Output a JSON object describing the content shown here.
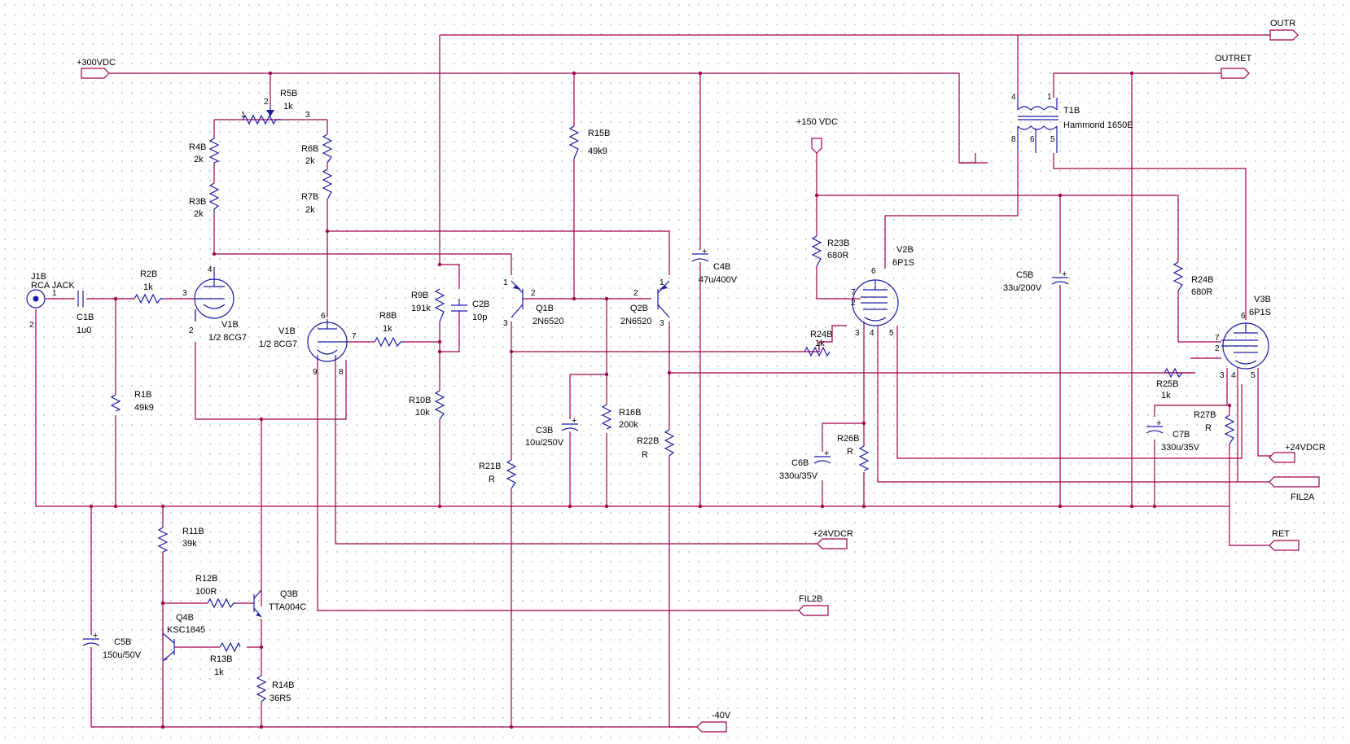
{
  "components": [
    {
      "ref": "J1B",
      "value": "RCA JACK"
    },
    {
      "ref": "C1B",
      "value": "1u0"
    },
    {
      "ref": "R2B",
      "value": "1k"
    },
    {
      "ref": "R1B",
      "value": "49k9"
    },
    {
      "ref": "R5B",
      "value": "1k"
    },
    {
      "ref": "R4B",
      "value": "2k"
    },
    {
      "ref": "R3B",
      "value": "2k"
    },
    {
      "ref": "R6B",
      "value": "2k"
    },
    {
      "ref": "R7B",
      "value": "2k"
    },
    {
      "ref": "V1B",
      "value": "1/2 8CG7"
    },
    {
      "ref": "V1B",
      "value": "1/2 8CG7"
    },
    {
      "ref": "R8B",
      "value": "1k"
    },
    {
      "ref": "R9B",
      "value": "191k"
    },
    {
      "ref": "C2B",
      "value": "10p"
    },
    {
      "ref": "R10B",
      "value": "10k"
    },
    {
      "ref": "R15B",
      "value": "49k9"
    },
    {
      "ref": "Q1B",
      "value": "2N6520"
    },
    {
      "ref": "Q2B",
      "value": "2N6520"
    },
    {
      "ref": "C4B",
      "value": "47u/400V"
    },
    {
      "ref": "C3B",
      "value": "10u/250V"
    },
    {
      "ref": "R16B",
      "value": "200k"
    },
    {
      "ref": "R21B",
      "value": "R"
    },
    {
      "ref": "R22B",
      "value": "R"
    },
    {
      "ref": "R11B",
      "value": "39k"
    },
    {
      "ref": "R12B",
      "value": "100R"
    },
    {
      "ref": "Q3B",
      "value": "TTA004C"
    },
    {
      "ref": "Q4B",
      "value": "KSC1845"
    },
    {
      "ref": "R13B",
      "value": "1k"
    },
    {
      "ref": "R14B",
      "value": "36R5"
    },
    {
      "ref": "C5B",
      "value": "150u/50V"
    },
    {
      "ref": "R23B",
      "value": "680R"
    },
    {
      "ref": "V2B",
      "value": "6P1S"
    },
    {
      "ref": "R24B",
      "value": "1k"
    },
    {
      "ref": "C6B",
      "value": "330u/35V"
    },
    {
      "ref": "R26B",
      "value": "R"
    },
    {
      "ref": "C5B",
      "value": "33u/200V"
    },
    {
      "ref": "T1B",
      "value": "Hammond 1650E"
    },
    {
      "ref": "R24B",
      "value": "680R"
    },
    {
      "ref": "V3B",
      "value": "6P1S"
    },
    {
      "ref": "R25B",
      "value": "1k"
    },
    {
      "ref": "C7B",
      "value": "330u/35V"
    },
    {
      "ref": "R27B",
      "value": "R"
    }
  ],
  "nets": {
    "p300": "+300VDC",
    "p150": "+150 VDC",
    "outr": "OUTR",
    "outret": "OUTRET",
    "p24a": "+24VDCR",
    "p24b": "+24VDCR",
    "fil2a": "FIL2A",
    "fil2b": "FIL2B",
    "ret": "RET",
    "m40": "-40V"
  },
  "pins": {
    "p1": "1",
    "p2": "2",
    "p3": "3",
    "p4": "4",
    "p5": "5",
    "p6": "6",
    "p7": "7",
    "p8": "8",
    "p9": "9"
  },
  "colors": {
    "wire": "#a0004a",
    "component": "#1a1aa6",
    "grid": "#c8c8c8"
  }
}
